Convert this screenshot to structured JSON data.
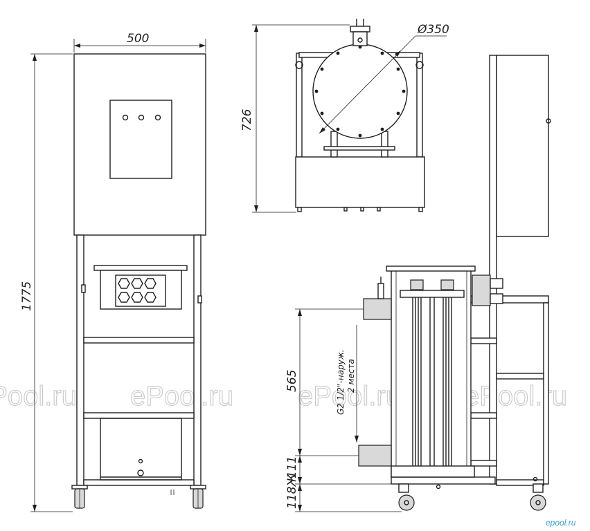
{
  "dimensions": {
    "width_500": "500",
    "height_1775": "1775",
    "height_726": "726",
    "diameter_350": "Ø350",
    "height_565": "565",
    "height_111": "111",
    "height_118": "118Ж"
  },
  "note": {
    "line1": "G2 1/2\"-наруж.",
    "line2": "2 места"
  },
  "watermarks": [
    "ePool.ru",
    "ePool.ru",
    "ePool.ru",
    "ePool.ru"
  ],
  "logo": "epool.ru",
  "colors": {
    "line": "#1e1e1e",
    "watermark": "#c9c9c9",
    "logo": "#3aa0d8"
  }
}
